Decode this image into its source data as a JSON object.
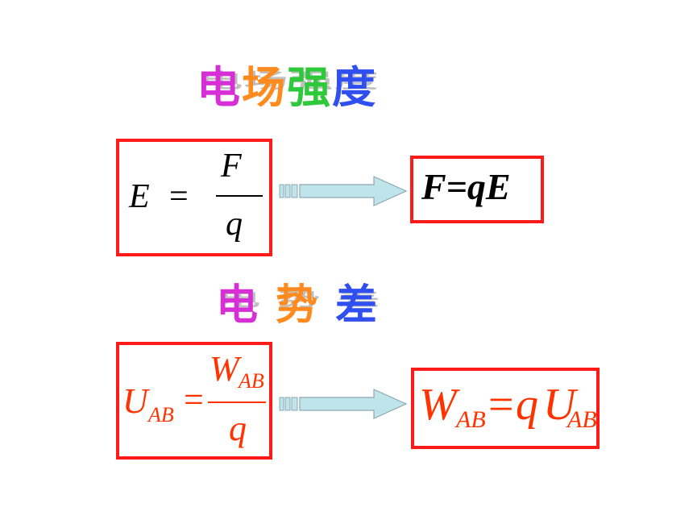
{
  "title_field": {
    "chars": [
      "电",
      "场",
      "强",
      "度"
    ],
    "colors": [
      "#d62fd6",
      "#ff8a1e",
      "#2ec93a",
      "#2f4ff0"
    ]
  },
  "title_potential": {
    "chars": [
      "电",
      "势",
      "差"
    ],
    "colors": [
      "#d62fd6",
      "#ff8a1e",
      "#2f4ff0"
    ]
  },
  "formula_e": {
    "lhs": "E",
    "eq": "=",
    "num": "F",
    "den": "q"
  },
  "formula_f": {
    "text": "F=qE"
  },
  "formula_u": {
    "lhs": "U",
    "lhs_sub": "AB",
    "eq": "=",
    "num": "W",
    "num_sub": "AB",
    "den": "q"
  },
  "formula_w": {
    "w": "W",
    "w_sub": "AB",
    "eq": "=",
    "q": "q",
    "u": "U",
    "u_sub": "AB"
  },
  "colors": {
    "box_border": "#ff1a1a",
    "arrow_fill": "#bfe4ea",
    "arrow_stroke": "#8aa9b2",
    "red_text": "#ff3300"
  }
}
